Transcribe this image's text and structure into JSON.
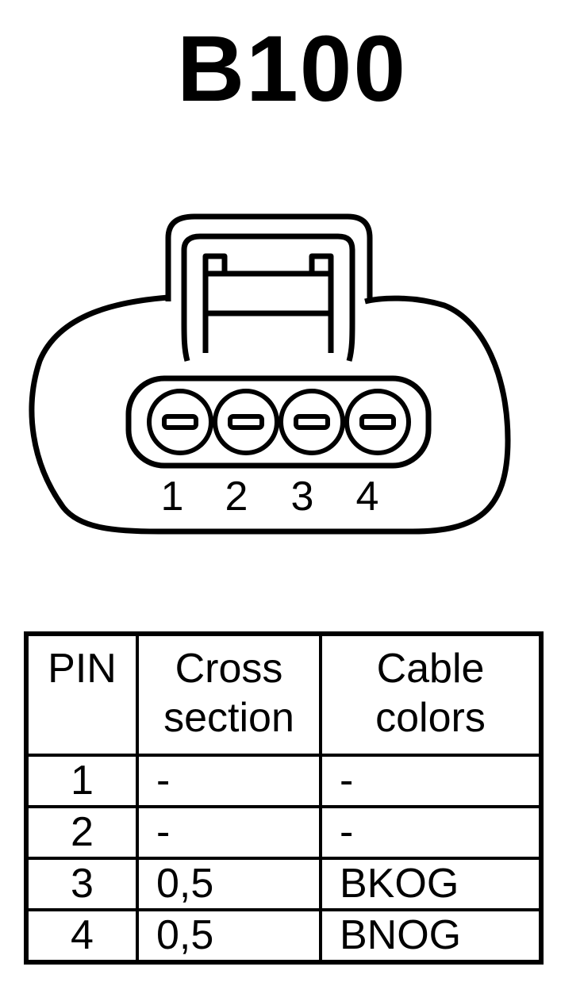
{
  "title": "B100",
  "connector": {
    "pin_labels": [
      "1",
      "2",
      "3",
      "4"
    ]
  },
  "table": {
    "headers": {
      "pin": "PIN",
      "cross_line1": "Cross",
      "cross_line2": "section",
      "cable_line1": "Cable",
      "cable_line2": "colors"
    },
    "rows": [
      {
        "pin": "1",
        "cross": "-",
        "color": "-"
      },
      {
        "pin": "2",
        "cross": "-",
        "color": "-"
      },
      {
        "pin": "3",
        "cross": "0,5",
        "color": "BKOG"
      },
      {
        "pin": "4",
        "cross": "0,5",
        "color": "BNOG"
      }
    ]
  }
}
